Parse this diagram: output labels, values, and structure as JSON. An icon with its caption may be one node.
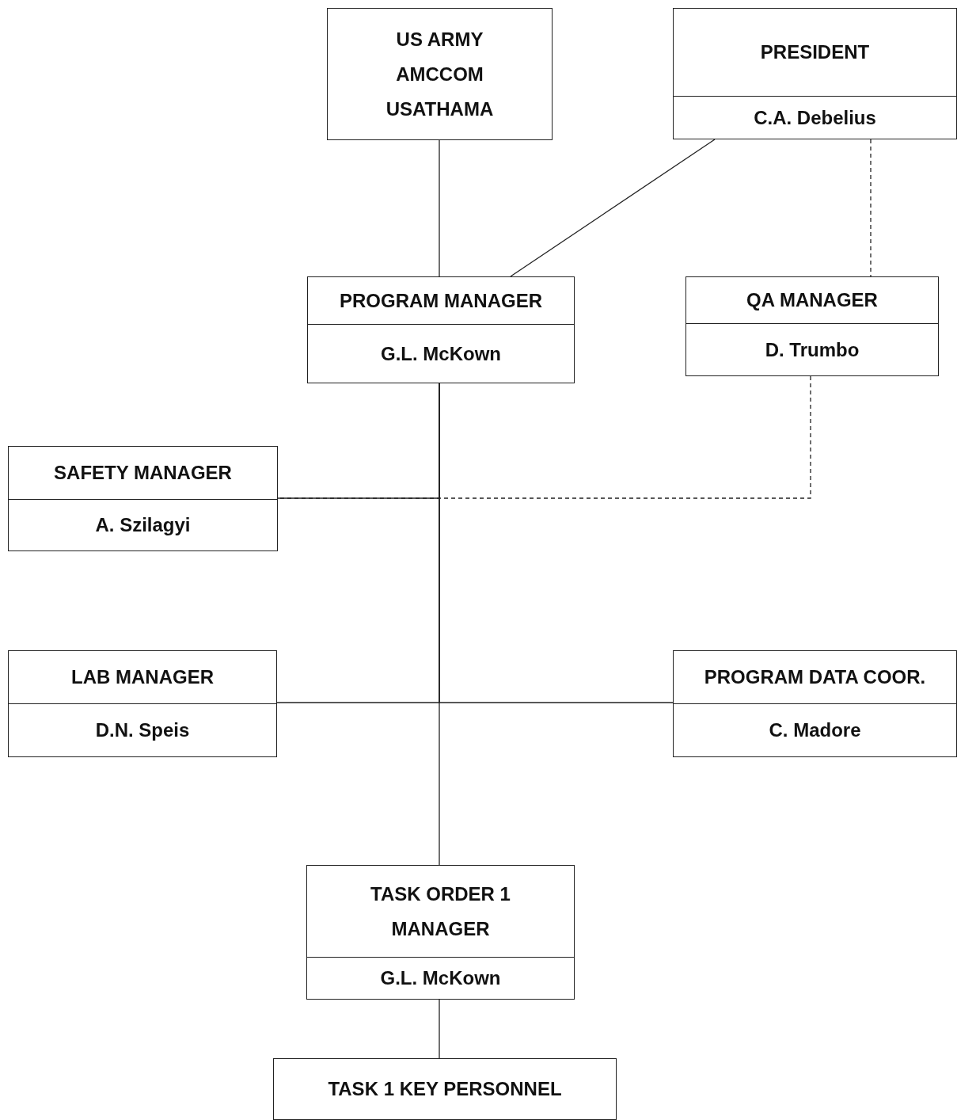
{
  "diagram": {
    "nodes": [
      {
        "text": [
          "US ARMY AMCCOM USATHAMA"
        ]
      },
      {
        "text": [
          "PRESIDENT",
          "C.A. Debelius"
        ]
      },
      {
        "text": [
          "PROGRAM MANAGER",
          "G.L. McKown"
        ]
      },
      {
        "text": [
          "QA MANAGER",
          "D. Trumbo"
        ]
      },
      {
        "text": [
          "SAFETY MANAGER",
          "A. Szilagyi"
        ]
      },
      {
        "text": [
          "LAB MANAGER",
          "D.N. Speis"
        ]
      },
      {
        "text": [
          "PROGRAM DATA COOR.",
          "C. Madore"
        ]
      },
      {
        "text": [
          "TASK ORDER 1 MANAGER",
          "G.L. McKown"
        ]
      },
      {
        "text": [
          "TASK 1 KEY PERSONNEL"
        ]
      }
    ],
    "edges": [
      {
        "from": 0,
        "to": 2,
        "arrow": "none"
      },
      {
        "from": 1,
        "to": 2,
        "arrow": "none"
      },
      {
        "from": 1,
        "to": 3,
        "arrow": "none",
        "style": "dashed"
      },
      {
        "from": 3,
        "to": 4,
        "arrow": "none",
        "style": "dashed"
      },
      {
        "from": 2,
        "to": 4,
        "arrow": "none"
      },
      {
        "from": 2,
        "to": 5,
        "arrow": "none"
      },
      {
        "from": 2,
        "to": 6,
        "arrow": "none"
      },
      {
        "from": 2,
        "to": 7,
        "arrow": "none"
      },
      {
        "from": 7,
        "to": 8,
        "arrow": "none"
      }
    ]
  }
}
